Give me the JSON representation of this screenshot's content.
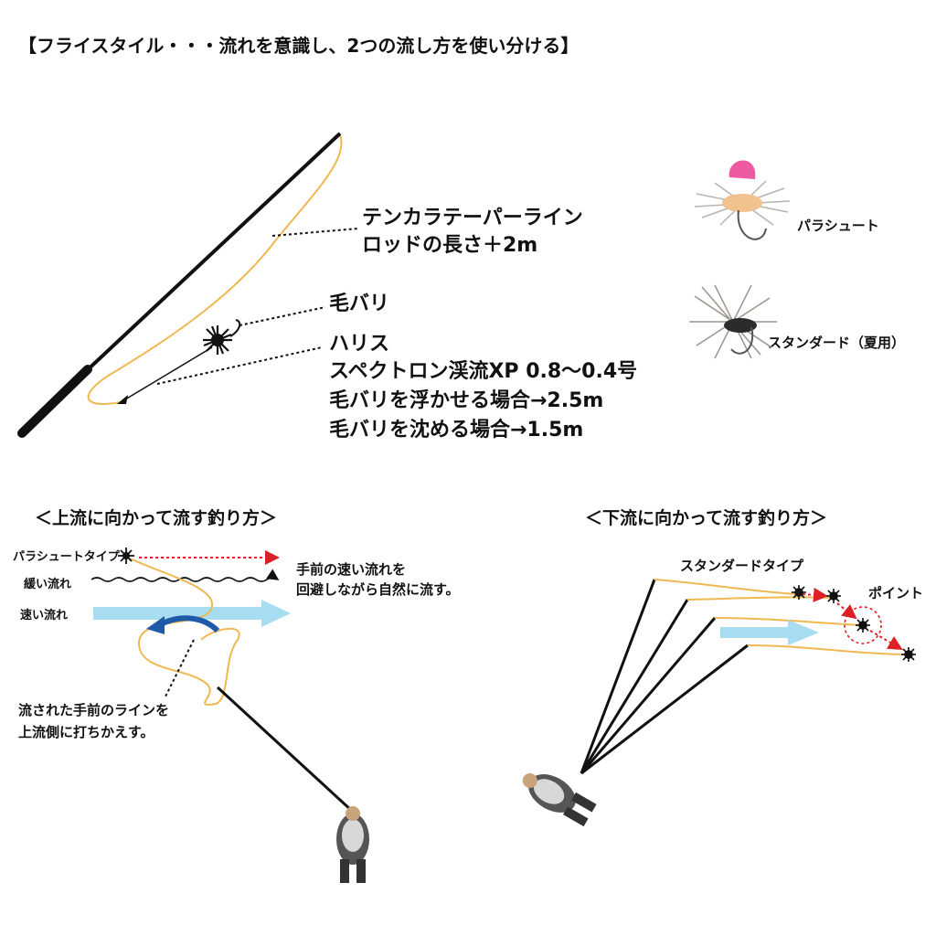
{
  "title": "【フライスタイル・・・流れを意識し、2つの流し方を使い分ける】",
  "tackle": {
    "line_label": "テンカラテーパーライン",
    "line_spec": "ロッドの長さ＋2m",
    "fly_label": "毛バリ",
    "tippet_label": "ハリス",
    "tippet_spec": "スペクトロン渓流XP 0.8〜0.4号",
    "float_length": "毛バリを浮かせる場合→2.5m",
    "sink_length": "毛バリを沈める場合→1.5m"
  },
  "fly_samples": [
    {
      "name": "パラシュート"
    },
    {
      "name": "スタンダード（夏用）"
    }
  ],
  "upstream": {
    "heading": "＜上流に向かって流す釣り方＞",
    "fly_type": "パラシュートタイプ",
    "slow_current": "緩い流れ",
    "fast_current": "速い流れ",
    "note_line1": "手前の速い流れを",
    "note_line2": "回避しながら自然に流す。",
    "mend_line1": "流された手前のラインを",
    "mend_line2": "上流側に打ちかえす。"
  },
  "downstream": {
    "heading": "＜下流に向かって流す釣り方＞",
    "fly_type": "スタンダードタイプ",
    "point": "ポイント"
  },
  "colors": {
    "line": "#f0b850",
    "fast_current": "#a8dcf0",
    "mend_arrow": "#1e5aa8",
    "red_arrow": "#dd1f26"
  }
}
